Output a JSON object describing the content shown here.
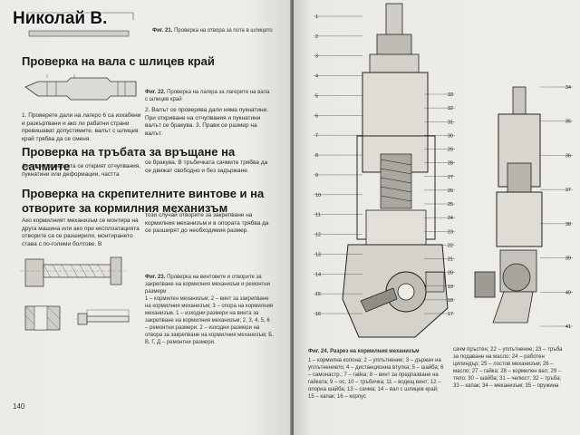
{
  "watermark": "Николай В.",
  "left_page": {
    "fig21_caption": {
      "label": "Фиг. 21.",
      "text": "Проверка на отвора за пота в шлицето"
    },
    "heading_shaft": "Проверка на вала с шлицев край",
    "fig22_caption": {
      "label": "Фиг. 22.",
      "text": "Проверка на лагера за лагерите на вала с шлицев край"
    },
    "para_shaft_left": "1. Проверете дали на лагеро 6 са изхабени и разкъртвани и ако ли рабатни страни превишават допустимите, валът с шлицев край трябва да се сменя.",
    "para_shaft_right": "2. Валът се проверява дали няма пукнатини. При откриване на отчупвания и пукнатини валът се бракува. 3. Прави се размер на валът.",
    "heading_tube": "Проверка на тръбата за връщане на сачмите",
    "para_tube_left": "Ако при проверката се открият отчупвания, пукнатини или деформации, частта",
    "para_tube_right": "се бракува. В тръбичката сачмите трябва да се движат свободно и без задържане.",
    "heading_screws": "Проверка на скрепителните винтове и на отворите за кормилния механизъм",
    "para_screws_left": "Ако кормилният механизъм се монтира на друга машина или ако при експлоатацията отворите са се разширили, монтирането става с по-големи болтове. В",
    "para_screws_right": "този случай отворите за закрепване на кормилния механизъм и в опората трябва да се разширят до необходимия размер.",
    "fig23_caption": {
      "label": "Фиг. 23.",
      "text": "Проверка на винтовете и отворите за закрепване на кормилния механизъм и ремонтни размери"
    },
    "fig23_legend": "1 – кормилен механизъм; 2 – винт за закрепване на кормилния механизъм; 3 – опора на кормилния механизъм. 1 – изходни размери на винта за закрепване на кормилния механизъм; 2, 3, 4, 5, 6 – ремонтни размери. 2 – изходни размери на отвора за закрепване на кормилния механизъм; Б, В, Г, Д – ремонтни размери.",
    "page_number": "140"
  },
  "right_page": {
    "fig24_caption": {
      "label": "Фиг. 24.",
      "text": "Разрез на кормилния механизъм"
    },
    "fig24_legend_col1": "1 – кормилна колона; 2 – уплътнение; 3 – държач на уплътнението; 4 – дистанционна втулка; 5 – шайба; 6 – самонастр.; 7 – гайка; 8 – винт за предпазване на гайката; 9 – ос; 10 – тръбичка; 11 – водещ винт; 12 – опорна шайба; 13 – сачма; 14 – вал с шлицев край; 15 – капак; 16 – корпус",
    "fig24_legend_col2": "сачм пръстен; 22 – уплътнение; 23 – тръба за подаване на масло; 24 – работен цилиндър; 25 – лостов механизъм; 26 – масло; 27 – гайка; 28 – кормилен вал; 29 – тяло; 30 – шайба; 31 – челюст; 32 – тръба; 33 – капак; 34 – механизъм; 35 – пружина",
    "callouts_left": [
      "1",
      "2",
      "3",
      "4",
      "5",
      "6",
      "7",
      "8",
      "9",
      "10",
      "11",
      "12",
      "13",
      "14",
      "15",
      "16"
    ],
    "callouts_mid": [
      "33",
      "32",
      "31",
      "30",
      "29",
      "28",
      "27",
      "26",
      "25",
      "24",
      "23",
      "22",
      "21",
      "20",
      "19",
      "18",
      "17"
    ],
    "callouts_right": [
      "34",
      "35",
      "36",
      "37",
      "38",
      "39",
      "40",
      "41"
    ]
  }
}
